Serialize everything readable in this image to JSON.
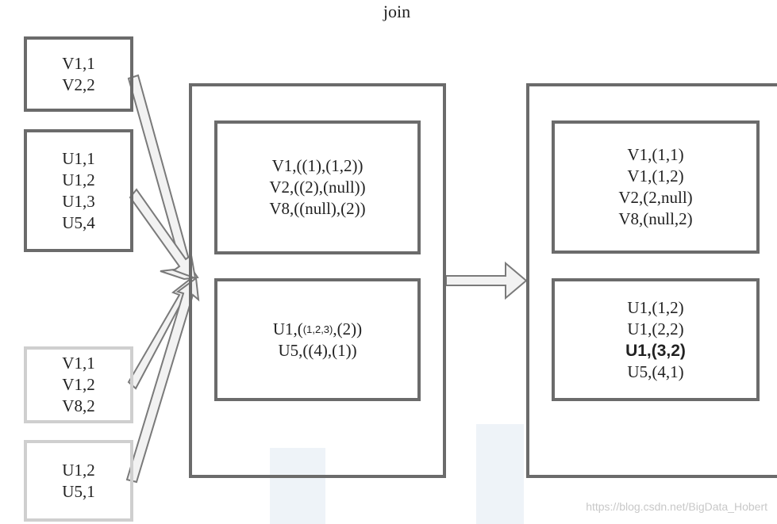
{
  "title": "join",
  "input_groups": [
    {
      "lines": [
        "V1,1",
        "V2,2"
      ]
    },
    {
      "lines": [
        "U1,1",
        "U1,2",
        "U1,3",
        "U5,4"
      ]
    },
    {
      "lines": [
        "V1,1",
        "V1,2",
        "V8,2"
      ]
    },
    {
      "lines": [
        "U1,2",
        "U5,1"
      ]
    }
  ],
  "grouped": {
    "v_group": [
      "V1,((1),(1,2))",
      "V2,((2),(null))",
      "V8,((null),(2))"
    ],
    "u_group": {
      "line1_prefix": "U1,(",
      "line1_inner": "(1,2,3)",
      "line1_suffix": ",(2))",
      "line2": "U5,((4),(1))"
    }
  },
  "result": {
    "v_group": [
      "V1,(1,1)",
      "V1,(1,2)",
      "V2,(2,null)",
      "V8,(null,2)"
    ],
    "u_group": [
      "U1,(1,2)",
      "U1,(2,2)",
      "U1,(3,2)",
      "U5,(4,1)"
    ]
  },
  "watermark": "https://blog.csdn.net/BigData_Hobert",
  "colors": {
    "dark_border": "#6b6b6b",
    "light_border": "#cfcfcf",
    "arrow_fill": "#f2f2f2",
    "arrow_stroke": "#7a7a7a",
    "watermark": "#c8c8c8"
  }
}
